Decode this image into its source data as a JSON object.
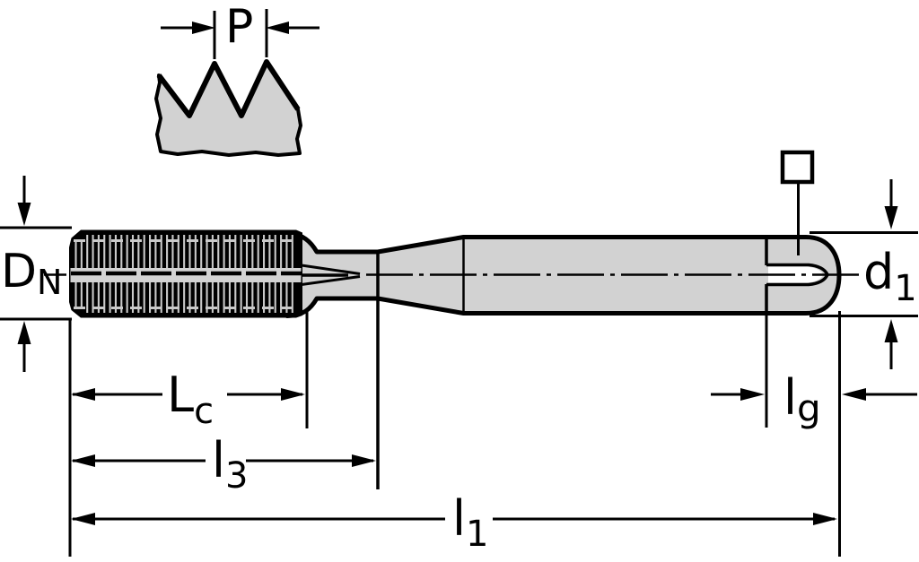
{
  "drawing_type": "tap-dimension-drawing",
  "dimensions": {
    "pitch": {
      "label": "P"
    },
    "nominal_diameter": {
      "main": "D",
      "sub": "N"
    },
    "shank_diameter": {
      "main": "d",
      "sub": "1"
    },
    "thread_length": {
      "main": "L",
      "sub": "c"
    },
    "thread_neck_length": {
      "main": "l",
      "sub": "3"
    },
    "overall_length": {
      "main": "l",
      "sub": "1"
    },
    "square_length": {
      "main": "l",
      "sub": "g"
    }
  },
  "colors": {
    "part_fill": "#d2d2d2",
    "line": "#000000",
    "background": "#ffffff",
    "thread_gap": "#c9c9c9"
  },
  "symbols": {
    "square_drive": "square-outline"
  }
}
